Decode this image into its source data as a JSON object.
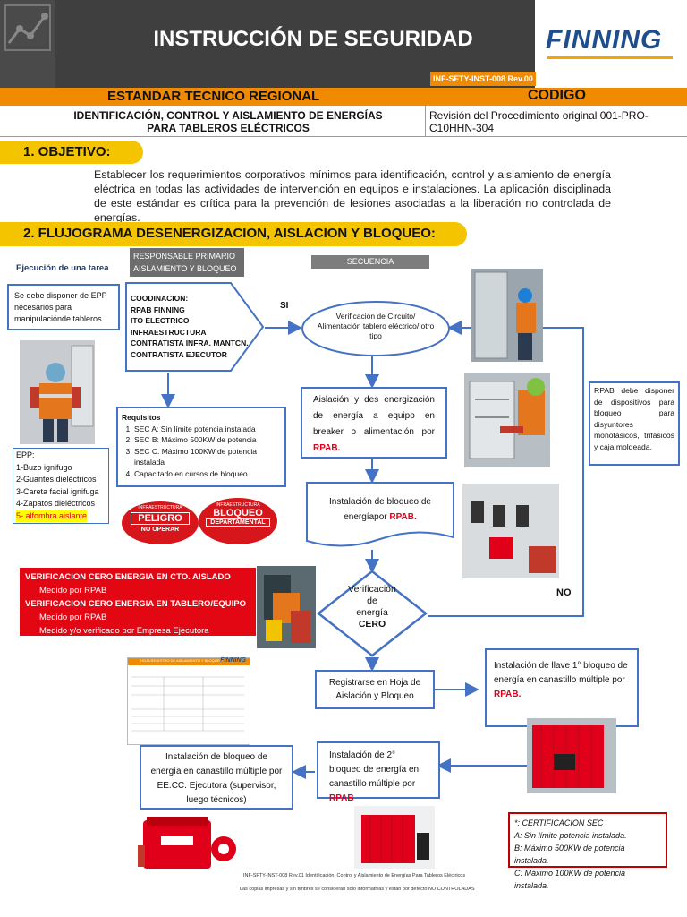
{
  "header": {
    "title": "INSTRUCCIÓN DE SEGURIDAD",
    "brand": "FINNING",
    "doc_code": "INF-SFTY-INST-008 Rev.00",
    "standard": "ESTANDAR TECNICO REGIONAL",
    "codigo_label": "CODIGO",
    "subtitle_1": "IDENTIFICACIÓN, CONTROL Y AISLAMIENTO DE ENERGÍAS",
    "subtitle_2": "PARA TABLEROS ELÉCTRICOS",
    "revision": "Revisión del Procedimiento original 001-PRO-C10HHN-304"
  },
  "objective": {
    "heading": "1. OBJETIVO:",
    "text": "Establecer los requerimientos corporativos mínimos para identificación, control y aislamiento de energía eléctrica en todas las actividades de intervención en equipos e instalaciones. La aplicación disciplinada de este estándar es crítica para la prevención de lesiones asociadas a la liberación no controlada de energías."
  },
  "flow": {
    "heading": "2. FLUJOGRAMA DESENERGIZACION, AISLACION Y BLOQUEO:",
    "col_task": "Ejecución de una tarea",
    "col_resp": "RESPONSABLE PRIMARIO AISLAMIENTO Y BLOQUEO",
    "col_seq": "SECUENCIA",
    "epp_box": "Se debe disponer de EPP necesarios para manipulaciónde tableros",
    "coord_title": "COODINACION:",
    "coord_lines": [
      "RPAB FINNING",
      "ITO ELECTRICO INFRAESTRUCTURA",
      "CONTRATISTA INFRA. MANTCN.",
      "CONTRATISTA EJECUTOR"
    ],
    "si": "SI",
    "no": "NO",
    "verif_circuit": "Verificación de Circuito/ Alimentación tablero eléctrico/ otro tipo",
    "aislacion": "Aislación y des energización de energía a equipo en breaker o alimentación por",
    "rpab": "RPAB.",
    "rpab_plain": "RPAB",
    "bloqueo": "Instalación de bloqueo de energíapor",
    "req_title": "Requisitos",
    "req_items": [
      "SEC A: Sin límite potencia instalada",
      "SEC B: Máximo 500KW de potencia",
      "SEC C. Máximo 100KW de potencia instalada",
      "Capacitado en cursos de bloqueo"
    ],
    "epp_title": "EPP:",
    "epp_items": [
      "1-Buzo ignifugo",
      "2-Guantes  dieléctricos",
      "3-Careta facial ignifuga",
      "4-Zapatos dieléctricos"
    ],
    "epp_highlight": "5- alfombra aislante",
    "tag1_top": "INFRAESTRUCTURA",
    "tag1_main": "PELIGRO",
    "tag1_bottom": "NO OPERAR",
    "tag2_top": "INFRAESTRUCTURA",
    "tag2_main": "BLOQUEO",
    "tag2_sub": "DEPARTAMENTAL",
    "rpab_devices": "RPAB debe disponer de dispositivos para bloqueo para disyuntores monofásicos, trifásicos y caja moldeada.",
    "zero_lines": [
      "VERIFICACION CERO ENERGIA EN CTO. AISLADO",
      "Medido  por  RPAB",
      "VERIFICACION CERO ENERGIA EN TABLERO/EQUIPO",
      "Medido  por  RPAB",
      "Medido y/o verificado por Empresa Ejecutora"
    ],
    "diamond": [
      "Verificación",
      "de",
      "energía",
      "CERO"
    ],
    "registrarse": "Registrarse en Hoja de Aislación y Bloqueo",
    "llave": "Instalación de llave 1° bloqueo de energía en canastillo múltiple por",
    "segundo": "Instalación de 2° bloqueo de energía en canastillo múltiple por",
    "eecc": "Instalación de bloqueo de energía en canastillo múltiple por EE.CC. Ejecutora (supervisor, luego técnicos)",
    "form_title": "HOJA REGISTRO DE AISLAMIENTO Y BLOQUEO",
    "form_brand": "FINNING"
  },
  "certification": {
    "title": "*: CERTIFICACION SEC",
    "items": [
      "A: Sin límite potencia instalada.",
      "B: Máximo 500KW de potencia instalada.",
      "C: Máximo 100KW de potencia instalada."
    ]
  },
  "footer": {
    "line1": "INF-SFTY-INST-008 Rev.01 Identificación, Control y Aislamiento de Energías Para Tableros Eléctricos",
    "line2": "Las copias impresas y sin timbres se consideran sólo informativas y están por defecto NO CONTROLADAS"
  },
  "colors": {
    "orange": "#f08a00",
    "yellow": "#f5c400",
    "blue": "#4472c4",
    "red": "#e0001a",
    "dark": "#3f3f3f"
  }
}
